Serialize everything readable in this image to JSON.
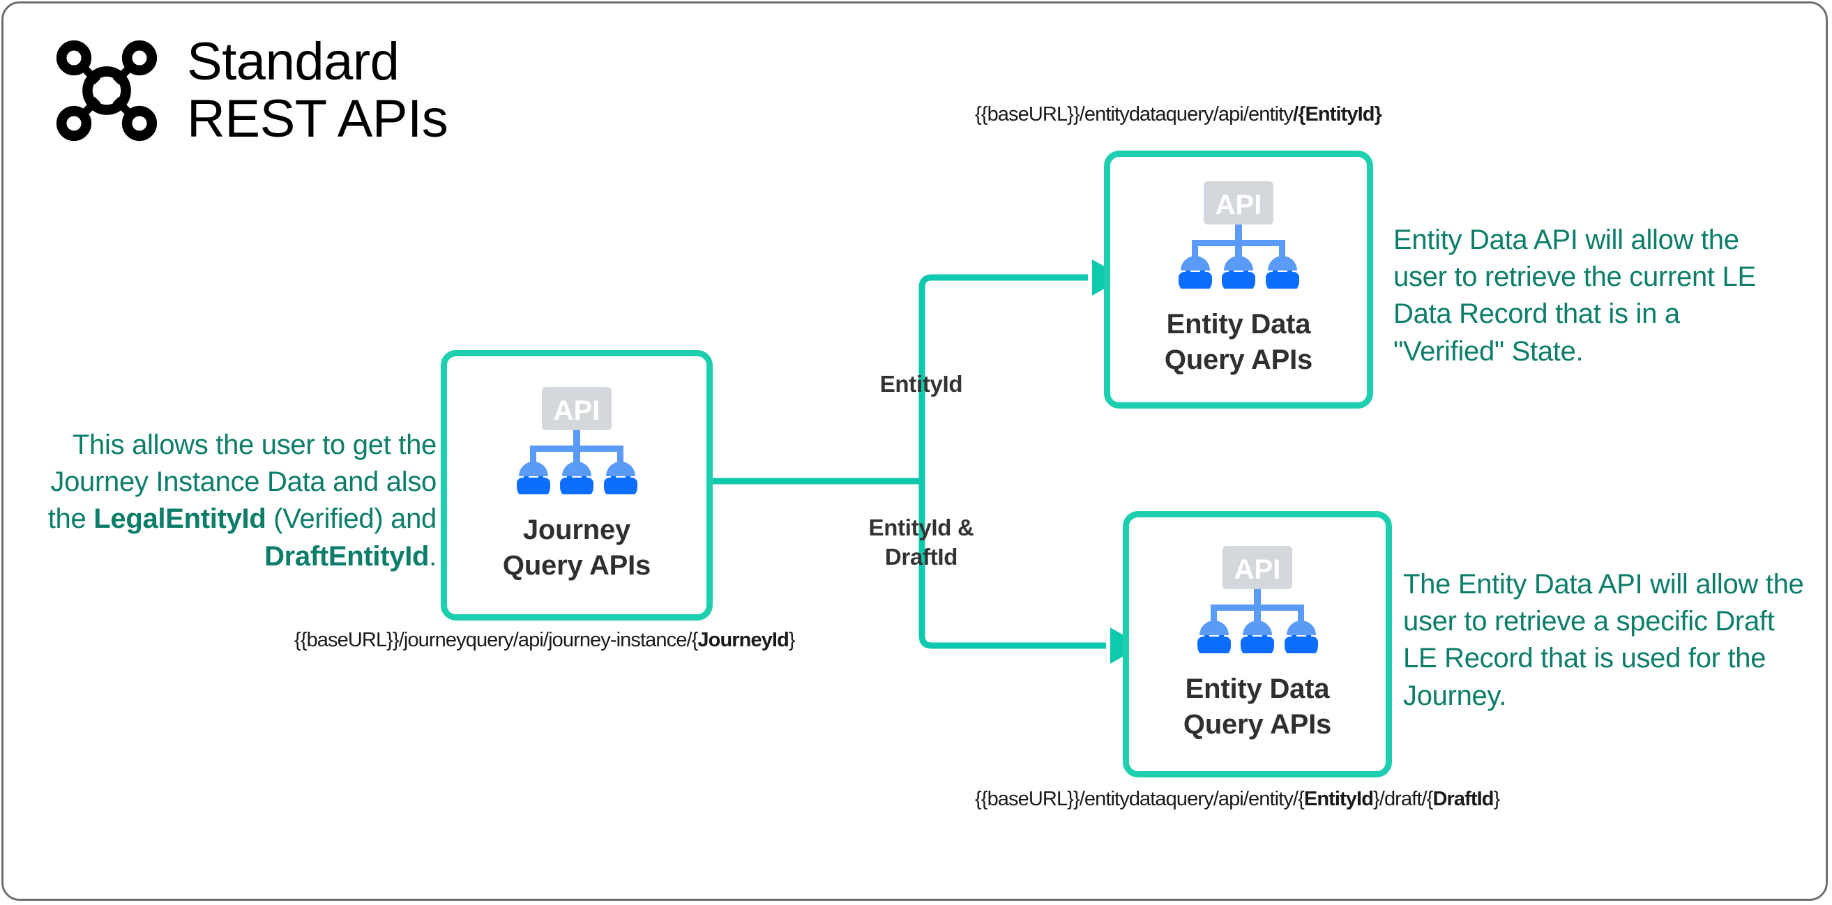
{
  "header": {
    "logo_icon": "api-network-icon",
    "title": "Standard\nREST APIs"
  },
  "theme": {
    "accent_teal": "#1ecfaf",
    "note_green": "#0b7d69",
    "label_dark": "#333333",
    "icon_badge_gray": "#d4d7db",
    "icon_blue_light": "#5b9bf8",
    "icon_blue_dark": "#0d6efd",
    "frame_gray": "#6e6e6e",
    "background": "#ffffff"
  },
  "nodes": {
    "journey": {
      "label": "Journey\nQuery APIs",
      "icon": "api-plug-icon",
      "badge_text": "API",
      "url": {
        "prefix": "{{baseURL}}/journeyquery/api/journey-instance/{",
        "bold": "JourneyId",
        "suffix": "}"
      }
    },
    "entity_top": {
      "label": "Entity Data\nQuery APIs",
      "icon": "api-plug-icon",
      "badge_text": "API",
      "url": {
        "prefix": "{{baseURL}}/entitydataquery/api/entity",
        "bold": "/{EntityId}",
        "suffix": ""
      }
    },
    "entity_bottom": {
      "label": "Entity Data\nQuery APIs",
      "icon": "api-plug-icon",
      "badge_text": "API",
      "url": {
        "prefix": "{{baseURL}}/entitydataquery/api/entity/{",
        "bold": "EntityId",
        "mid": "}/draft/{",
        "bold2": "DraftId",
        "suffix": "}"
      }
    }
  },
  "edges": {
    "to_entity_top": {
      "label": "EntityId"
    },
    "to_entity_bottom": {
      "label": "EntityId &\nDraftId"
    }
  },
  "notes": {
    "left": {
      "part1": "This allows the user to get the Journey Instance Data and also the ",
      "bold1": "LegalEntityId",
      "part2": " (Verified) and ",
      "bold2": "DraftEntityId",
      "part3": "."
    },
    "top_right": "Entity Data API will allow the user to retrieve the current LE Data Record that is in a \"Verified\" State.",
    "bottom_right": "The Entity Data API will allow the user to retrieve a specific Draft LE Record that is used for the Journey."
  }
}
